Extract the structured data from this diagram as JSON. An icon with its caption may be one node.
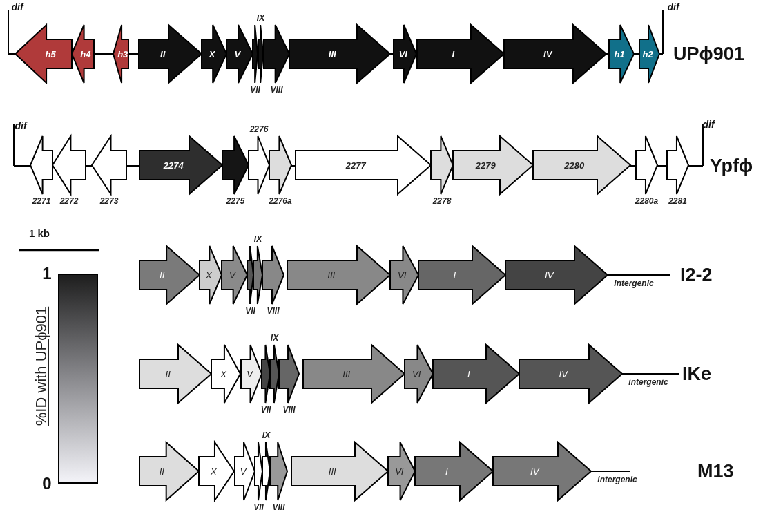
{
  "diagram": {
    "nodes": [
      {
        "text": [
          "h5"
        ]
      },
      {
        "text": [
          "h4"
        ]
      },
      {
        "text": [
          "h3"
        ]
      },
      {
        "text": [
          "II"
        ]
      },
      {
        "text": [
          "X"
        ]
      },
      {
        "text": [
          "V"
        ]
      },
      {
        "text": [],
        "shape": "arrow",
        "beside": [
          "VII"
        ]
      },
      {
        "text": [],
        "shape": "arrow",
        "beside": [
          "IX"
        ]
      },
      {
        "text": [],
        "shape": "arrow",
        "beside": [
          "VIII"
        ]
      },
      {
        "text": [
          "III"
        ]
      },
      {
        "text": [
          "VI"
        ]
      },
      {
        "text": [
          "I"
        ]
      },
      {
        "text": [
          "IV"
        ]
      },
      {
        "text": [
          "h1"
        ]
      },
      {
        "text": [
          "h2"
        ]
      },
      {
        "text": [],
        "shape": "arrow",
        "beside": [
          "2271"
        ]
      },
      {
        "text": [],
        "shape": "arrow",
        "beside": [
          "2272"
        ]
      },
      {
        "text": [],
        "shape": "arrow",
        "beside": [
          "2273"
        ]
      },
      {
        "text": [
          "2274"
        ]
      },
      {
        "text": [],
        "shape": "arrow",
        "beside": [
          "2275"
        ]
      },
      {
        "text": [],
        "shape": "arrow",
        "beside": [
          "2276"
        ]
      },
      {
        "text": [],
        "shape": "arrow",
        "beside": [
          "2276a"
        ]
      },
      {
        "text": [
          "2277"
        ]
      },
      {
        "text": [],
        "shape": "arrow",
        "beside": [
          "2278"
        ]
      },
      {
        "text": [
          "2279"
        ]
      },
      {
        "text": [
          "2280"
        ]
      },
      {
        "text": [],
        "shape": "arrow",
        "beside": [
          "2280a"
        ]
      },
      {
        "text": [],
        "shape": "arrow",
        "beside": [
          "2281"
        ]
      },
      {
        "text": [
          "II"
        ]
      },
      {
        "text": [
          "X"
        ]
      },
      {
        "text": [
          "V"
        ]
      },
      {
        "text": [],
        "shape": "arrow",
        "beside": [
          "VII"
        ]
      },
      {
        "text": [],
        "shape": "arrow",
        "beside": [
          "IX"
        ]
      },
      {
        "text": [],
        "shape": "arrow",
        "beside": [
          "VIII"
        ]
      },
      {
        "text": [
          "III"
        ]
      },
      {
        "text": [
          "VI"
        ]
      },
      {
        "text": [
          "I"
        ]
      },
      {
        "text": [
          "IV"
        ],
        "beside": [
          "intergenic"
        ]
      },
      {
        "text": [
          "II"
        ]
      },
      {
        "text": [
          "X"
        ]
      },
      {
        "text": [
          "V"
        ]
      },
      {
        "text": [],
        "shape": "arrow",
        "beside": [
          "VII"
        ]
      },
      {
        "text": [],
        "shape": "arrow",
        "beside": [
          "IX"
        ]
      },
      {
        "text": [],
        "shape": "arrow",
        "beside": [
          "VIII"
        ]
      },
      {
        "text": [
          "III"
        ]
      },
      {
        "text": [
          "VI"
        ]
      },
      {
        "text": [
          "I"
        ]
      },
      {
        "text": [
          "IV"
        ],
        "beside": [
          "intergenic"
        ]
      },
      {
        "text": [
          "II"
        ]
      },
      {
        "text": [
          "X"
        ]
      },
      {
        "text": [
          "V"
        ]
      },
      {
        "text": [],
        "shape": "arrow",
        "beside": [
          "VII"
        ]
      },
      {
        "text": [],
        "shape": "arrow",
        "beside": [
          "IX"
        ]
      },
      {
        "text": [],
        "shape": "arrow",
        "beside": [
          "VIII"
        ]
      },
      {
        "text": [
          "III"
        ]
      },
      {
        "text": [
          "VI"
        ]
      },
      {
        "text": [
          "I"
        ]
      },
      {
        "text": [
          "IV"
        ],
        "beside": [
          "intergenic"
        ]
      },
      {
        "text": [],
        "shape": "bar"
      }
    ],
    "labels": [
      "dif",
      "dif",
      "UPϕ901",
      "dif",
      "dif",
      "Ypfϕ",
      "1 kb",
      "1",
      "%ID with UPϕ901",
      "I2-2",
      "IKe",
      "0",
      "M13"
    ]
  }
}
